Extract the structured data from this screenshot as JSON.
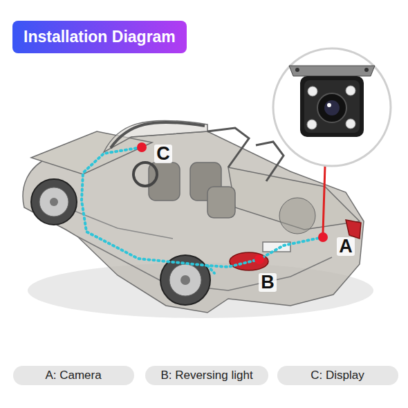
{
  "diagram": {
    "title": "Installation Diagram",
    "nodes": [
      {
        "text": [
          "A: Camera"
        ]
      },
      {
        "text": [
          "B: Reversing light"
        ]
      },
      {
        "text": [
          "C: Display"
        ]
      }
    ],
    "labels": [
      "C",
      "A",
      "B"
    ]
  }
}
